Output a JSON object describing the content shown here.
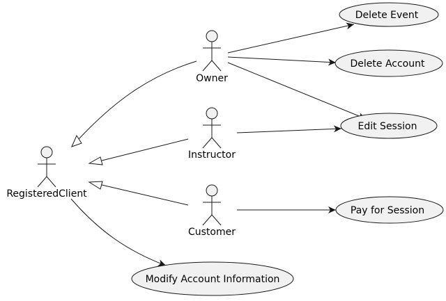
{
  "colors": {
    "fill": "#f1f1f1",
    "stroke": "#181818",
    "background": "#ffffff"
  },
  "actors": [
    {
      "id": "owner",
      "label": "Owner"
    },
    {
      "id": "instructor",
      "label": "Instructor"
    },
    {
      "id": "customer",
      "label": "Customer"
    },
    {
      "id": "registered",
      "label": "RegisteredClient"
    }
  ],
  "use_cases": [
    {
      "id": "delete-event",
      "label": "Delete Event"
    },
    {
      "id": "delete-account",
      "label": "Delete Account"
    },
    {
      "id": "edit-session",
      "label": "Edit Session"
    },
    {
      "id": "pay-session",
      "label": "Pay for Session"
    },
    {
      "id": "modify-account",
      "label": "Modify Account Information"
    }
  ],
  "associations": [
    {
      "from": "owner",
      "to": "delete-event"
    },
    {
      "from": "owner",
      "to": "delete-account"
    },
    {
      "from": "owner",
      "to": "edit-session"
    },
    {
      "from": "instructor",
      "to": "edit-session"
    },
    {
      "from": "customer",
      "to": "pay-session"
    },
    {
      "from": "registered",
      "to": "modify-account"
    }
  ],
  "generalizations": [
    {
      "child": "owner",
      "parent": "registered"
    },
    {
      "child": "instructor",
      "parent": "registered"
    },
    {
      "child": "customer",
      "parent": "registered"
    }
  ]
}
